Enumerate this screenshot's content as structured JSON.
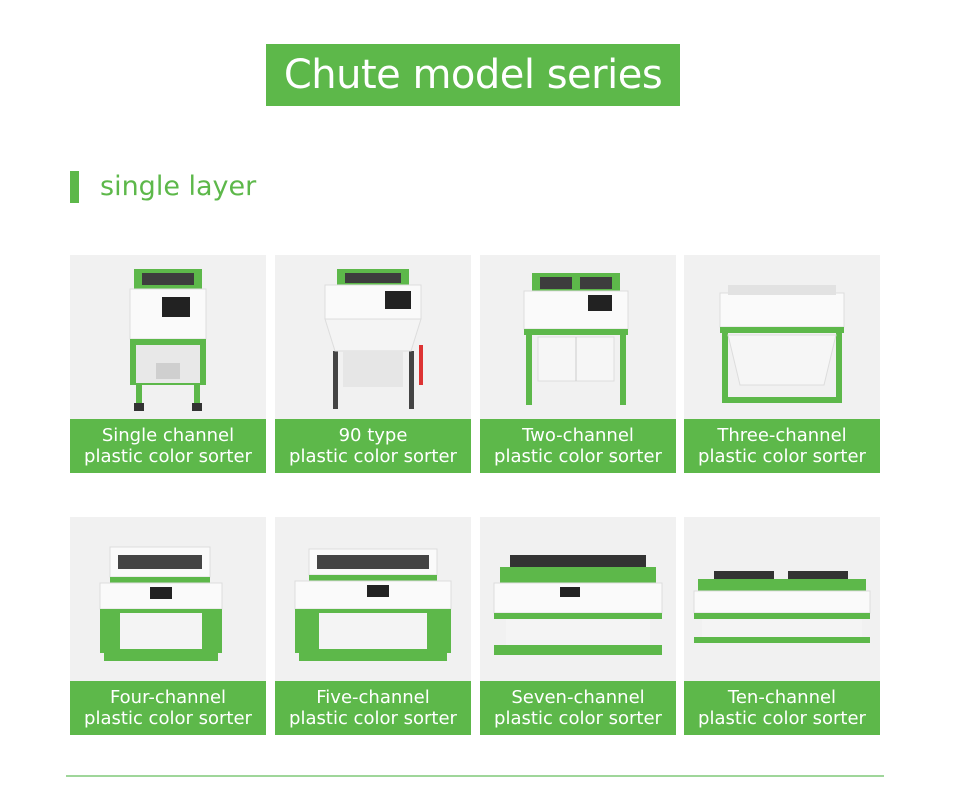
{
  "header": {
    "title": "Chute model series"
  },
  "section": {
    "title": "single layer"
  },
  "colors": {
    "brand_green": "#5db84a",
    "photo_bg": "#f1f1f1",
    "divider": "#9fd69a"
  },
  "products": [
    {
      "line1": "Single channel",
      "line2": "plastic color sorter",
      "channels": 1
    },
    {
      "line1": "90 type",
      "line2": "plastic color sorter",
      "channels": 1
    },
    {
      "line1": "Two-channel",
      "line2": "plastic color sorter",
      "channels": 2
    },
    {
      "line1": "Three-channel",
      "line2": "plastic color sorter",
      "channels": 3
    },
    {
      "line1": "Four-channel",
      "line2": "plastic color sorter",
      "channels": 4
    },
    {
      "line1": "Five-channel",
      "line2": "plastic color sorter",
      "channels": 5
    },
    {
      "line1": "Seven-channel",
      "line2": "plastic color sorter",
      "channels": 7
    },
    {
      "line1": "Ten-channel",
      "line2": "plastic color sorter",
      "channels": 10
    }
  ]
}
